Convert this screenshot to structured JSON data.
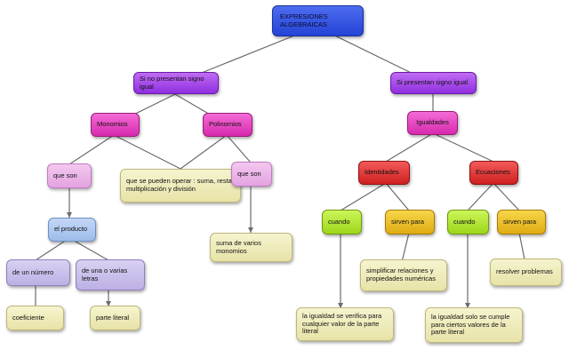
{
  "nodes": {
    "root": "EXPRESIONES ALGEBRAICAS",
    "no_signo": "Si no presentan signo igual",
    "si_signo": "Si presentan signo igual",
    "monomios": "Monomios",
    "polinomios": "Polinomios",
    "igualdades": "Igualdades",
    "que_son_1": "que son",
    "operar": "que se pueden operar : suma, resta, multiplicación y división",
    "que_son_2": "que son",
    "identidades": "Identidades",
    "ecuaciones": "Ecuaciones",
    "producto": "el producto",
    "suma_monomios": "suma de varios monomios",
    "cuando_1": "cuando",
    "sirven_1": "sirven para",
    "cuando_2": "cuando",
    "sirven_2": "sirven para",
    "de_numero": "de un número",
    "de_letras": "de una o varias letras",
    "simplificar": "simplificar relaciones y propiedades numéricas",
    "resolver": "resolver problemas",
    "coeficiente": "coeficiente",
    "parte_literal": "parte literal",
    "igualdad_cualquier": "la igualdad se verifica para cualquier valor de la parte literal",
    "igualdad_ciertos": "la igualdad solo se cumple para ciertos valores de la parte literal"
  },
  "colors": {
    "root": "#2f50e0",
    "level1": "#a040e8",
    "level2": "#e040c0",
    "identidades": "#e03030",
    "cuando": "#a8e020",
    "sirven": "#e8b820",
    "leaf": "#efeab8",
    "edge": "#6b6b6b"
  }
}
